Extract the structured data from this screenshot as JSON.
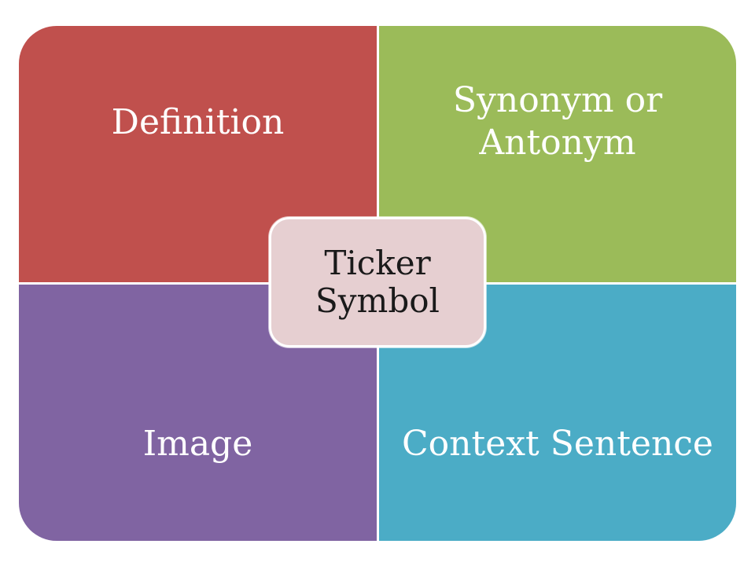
{
  "quadrants": {
    "top_left": {
      "label": "Definition",
      "color": "#C0504D"
    },
    "top_right": {
      "label": "Synonym or\nAntonym",
      "color": "#9BBB59"
    },
    "bottom_left": {
      "label": "Image",
      "color": "#8064A2"
    },
    "bottom_right": {
      "label": "Context Sentence",
      "color": "#4BACC6"
    }
  },
  "center": {
    "label": "Ticker\nSymbol",
    "color": "#E6CFD1"
  }
}
